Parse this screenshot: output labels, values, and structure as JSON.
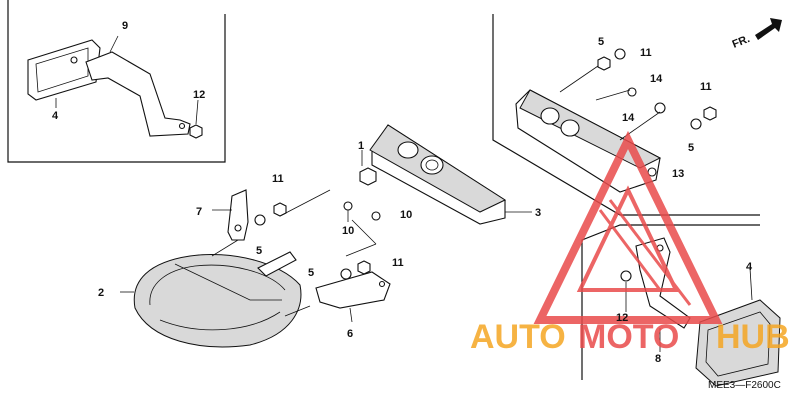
{
  "callouts": {
    "c1": "1",
    "c2": "2",
    "c3": "3",
    "c4_inset": "4",
    "c4_main": "4",
    "c5_a": "5",
    "c5_b": "5",
    "c5_c": "5",
    "c5_d": "5",
    "c6": "6",
    "c7": "7",
    "c8": "8",
    "c9": "9",
    "c10_a": "10",
    "c10_b": "10",
    "c11_a": "11",
    "c11_b": "11",
    "c11_c": "11",
    "c11_d": "11",
    "c12_inset": "12",
    "c12_main": "12",
    "c13": "13",
    "c14_a": "14",
    "c14_b": "14"
  },
  "direction_label": "FR.",
  "diagram_code": "MEE3—F2600C",
  "watermark": {
    "part1": "AUTO",
    "part2": "MOTO",
    "part3": "HUB",
    "color_orange": "#f5a623",
    "color_red": "#e94b4b"
  }
}
